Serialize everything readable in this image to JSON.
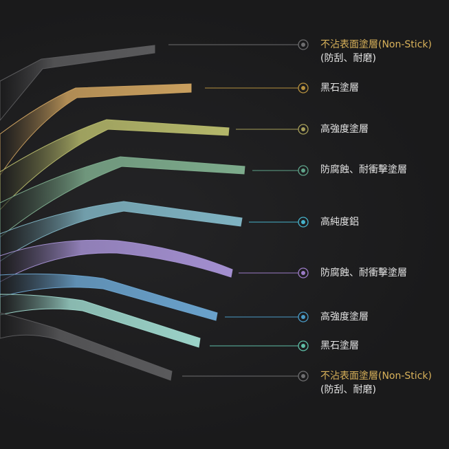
{
  "layers": [
    {
      "label": "不沾表面塗層(Non-Stick)",
      "sub": "(防刮、耐磨)",
      "color": "#5a5a5c",
      "dot": "#6e6e70",
      "highlight": true
    },
    {
      "label": "黑石塗層",
      "color": "#c99f5e",
      "dot": "#b8923f"
    },
    {
      "label": "高強度塗層",
      "color": "#b4b76a",
      "dot": "#a8a05a"
    },
    {
      "label": "防腐蝕、耐衝擊塗層",
      "color": "#7dab8c",
      "dot": "#5fa48a"
    },
    {
      "label": "高純度鋁",
      "color": "#7fb3c2",
      "dot": "#46b3cc"
    },
    {
      "label": "防腐蝕、耐衝擊塗層",
      "color": "#a38fd0",
      "dot": "#9c7cc8"
    },
    {
      "label": "高強度塗層",
      "color": "#6aa2cc",
      "dot": "#4a9cc8"
    },
    {
      "label": "黑石塗層",
      "color": "#9bd3c8",
      "dot": "#5fbfa8"
    },
    {
      "label": "不沾表面塗層(Non-Stick)",
      "sub": "(防刮、耐磨)",
      "color": "#5a5a5c",
      "dot": "#6e6e70",
      "highlight": true
    }
  ]
}
